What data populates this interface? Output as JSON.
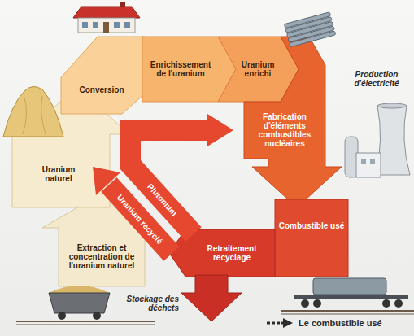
{
  "diagram": {
    "nodes": [
      {
        "text": [
          "Enrichissement de l'uranium"
        ]
      },
      {
        "text": [
          "Uranium enrichi"
        ]
      },
      {
        "text": [
          "Conversion"
        ]
      },
      {
        "text": [
          "Fabrication d'éléments combustibles nucléaires"
        ]
      },
      {
        "text": [
          "Uranium naturel"
        ]
      },
      {
        "text": [
          "Combustible usé"
        ]
      },
      {
        "text": [
          "Plutonium"
        ]
      },
      {
        "text": [
          "Uranium recyclé"
        ]
      },
      {
        "text": [
          "Retraitement recyclage"
        ]
      },
      {
        "text": [
          "Extraction et concentration de l'uranium naturel"
        ]
      }
    ],
    "labels": [
      "Production d'électricité",
      "Stockage des déchets"
    ],
    "legend": [
      {
        "text": "Le combustible usé"
      }
    ]
  }
}
